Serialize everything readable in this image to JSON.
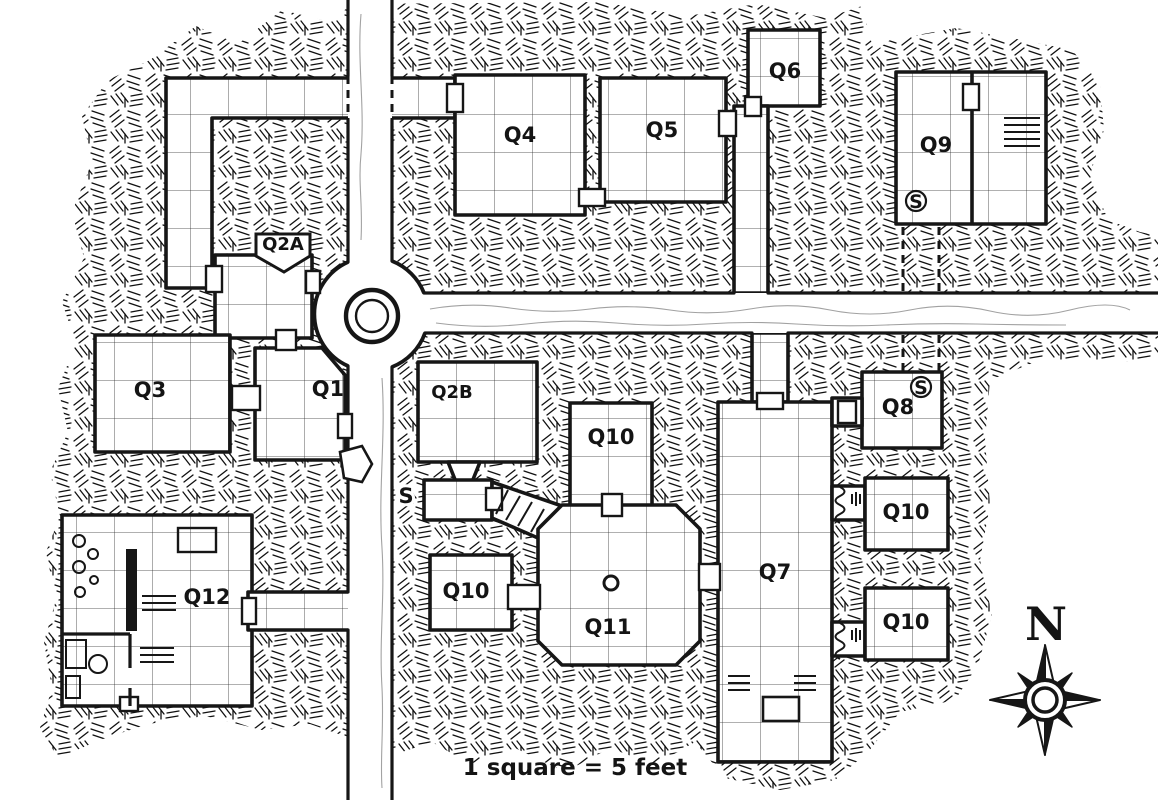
{
  "map": {
    "scale_label": "1 square = 5 feet",
    "compass": {
      "north_label": "N"
    },
    "colors": {
      "ink": "#161616",
      "paper": "#ffffff"
    },
    "rooms": {
      "q1": "Q1",
      "q2a": "Q2A",
      "q2b": "Q2B",
      "q3": "Q3",
      "q4": "Q4",
      "q5": "Q5",
      "q6": "Q6",
      "q7": "Q7",
      "q8": "Q8",
      "q9": "Q9",
      "q10_center": "Q10",
      "q10_west": "Q10",
      "q10_northeast": "Q10",
      "q10_southeast": "Q10",
      "q11": "Q11",
      "q12": "Q12"
    },
    "markers": {
      "secret_door_q9": "S",
      "secret_door_q8": "S",
      "secret_door_q2b": "S"
    }
  }
}
